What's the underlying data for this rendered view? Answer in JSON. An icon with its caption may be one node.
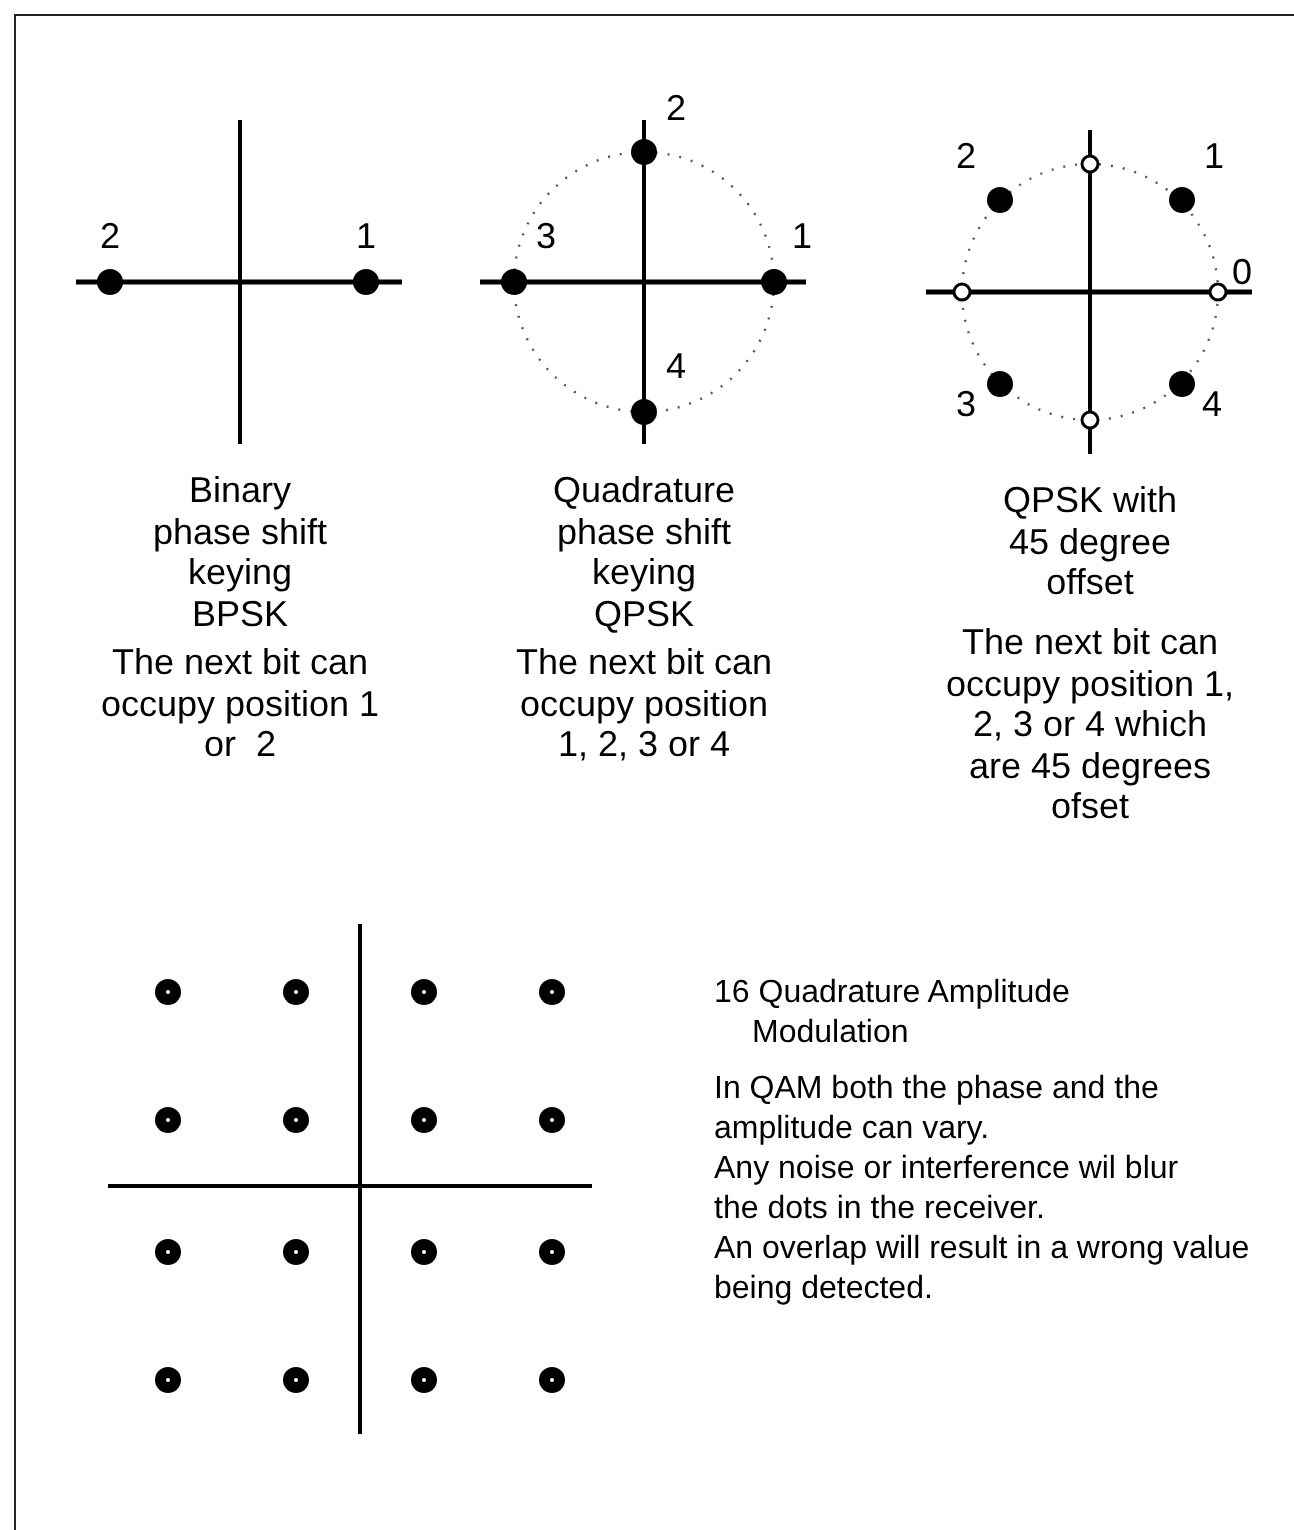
{
  "diagram": {
    "labels": [
      "2",
      "2",
      "1",
      "3",
      "1",
      "2",
      "1",
      "0",
      "4",
      "3",
      "4",
      "Binary phase shift keying BPSK",
      "Quadrature phase shift keying QPSK",
      "QPSK with 45 degree offset",
      "The next bit can occupy position 1 or  2",
      "The next bit can occupy position 1, 2, 3 or 4",
      "The next bit can occupy position 1, 2, 3 or 4 which are 45 degrees ofset",
      "16 Quadrature Amplitude Modulation",
      "In QAM both the phase and the amplitude can vary.",
      "Any noise or interference wil blur the dots in the receiver.",
      "An overlap will result in a wrong value being detected."
    ]
  }
}
